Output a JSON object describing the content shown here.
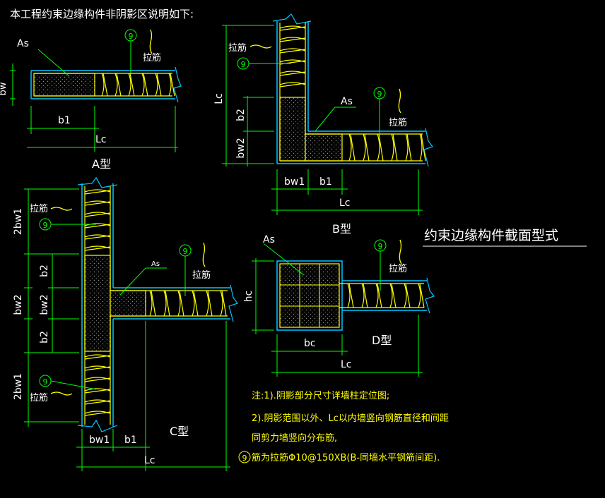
{
  "header": {
    "title": "本工程约束边缘构件非阴影区说明如下:"
  },
  "drawing_title": "约束边缘构件截面型式",
  "type_labels": {
    "a": "A型",
    "b": "B型",
    "c": "C型",
    "d": "D型"
  },
  "labels": {
    "as": "As",
    "tie": "拉筋",
    "mark": "9",
    "bw": "bw",
    "bw1": "bw1",
    "bw2": "bw2",
    "two_bw1": "2bw1",
    "b1": "b1",
    "b2": "b2",
    "lc": "Lc",
    "hc": "hc",
    "bc": "bc"
  },
  "notes": [
    "注:1).阴影部分尺寸详墙柱定位图;",
    "2).阴影范围以外、Lc以内墙竖向钢筋直径和间距",
    "同剪力墙竖向分布筋,",
    "筋为拉筋Φ10@150XB(B-同墙水平钢筋间距)."
  ],
  "colors": {
    "background": "#000000",
    "text": "#ffffff",
    "dimension": "#00ff00",
    "wall": "#00c8ff",
    "rebar": "#ffff00",
    "leader": "#00ff00",
    "note": "#ffff00",
    "shade": "#1a1a1a"
  }
}
